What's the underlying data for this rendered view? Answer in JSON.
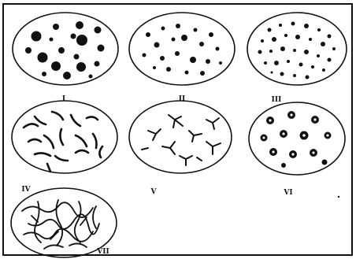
{
  "colors": {
    "ink": "#111111",
    "background": "#ffffff"
  },
  "panels": [
    {
      "id": "panel-1",
      "label": "I",
      "pattern": "large-round-dots"
    },
    {
      "id": "panel-2",
      "label": "II",
      "pattern": "small-irregular-dots"
    },
    {
      "id": "panel-3",
      "label": "III",
      "pattern": "dense-small-dots"
    },
    {
      "id": "panel-4",
      "label": "IV",
      "pattern": "curved-rods"
    },
    {
      "id": "panel-5",
      "label": "V",
      "pattern": "branching-stars"
    },
    {
      "id": "panel-6",
      "label": "VI",
      "pattern": "rosettes"
    },
    {
      "id": "panel-7",
      "label": "VII",
      "pattern": "tangled-network"
    }
  ]
}
